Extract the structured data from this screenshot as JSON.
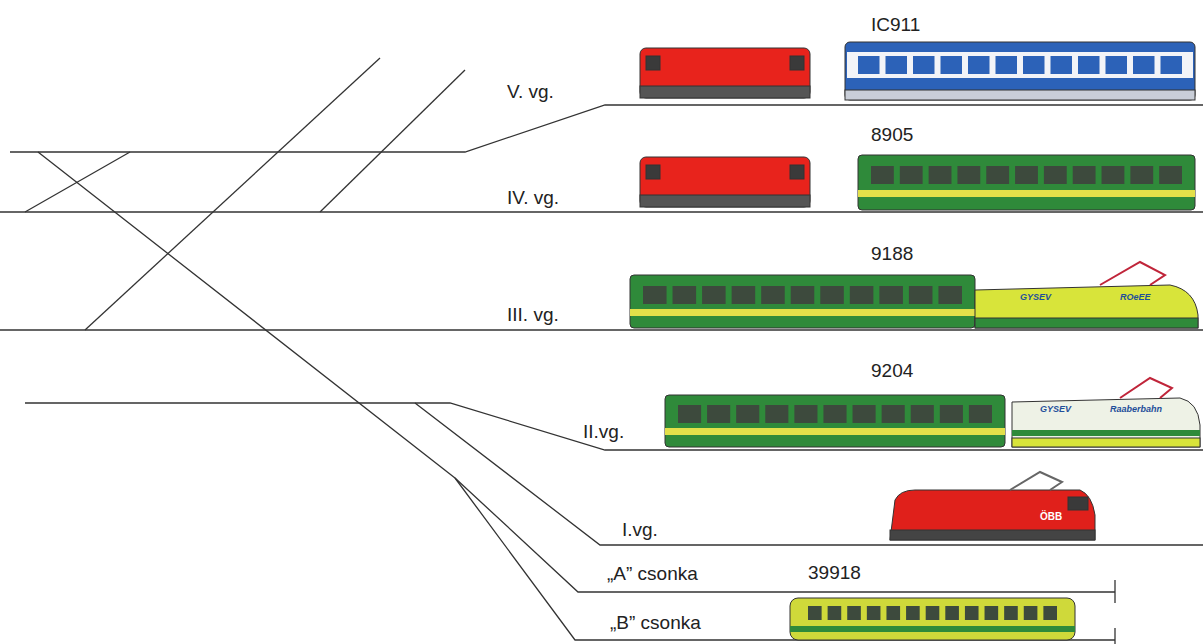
{
  "diagram": {
    "labels": [
      "IC911",
      "V. vg.",
      "8905",
      "IV. vg.",
      "9188",
      "III. vg.",
      "9204",
      "II.vg.",
      "I.vg.",
      "„A” csonka",
      "39918",
      "„B” csonka",
      "GYSEV",
      "ROeEE",
      "GYSEV",
      "Raaberbahn",
      "ÖBB"
    ]
  }
}
